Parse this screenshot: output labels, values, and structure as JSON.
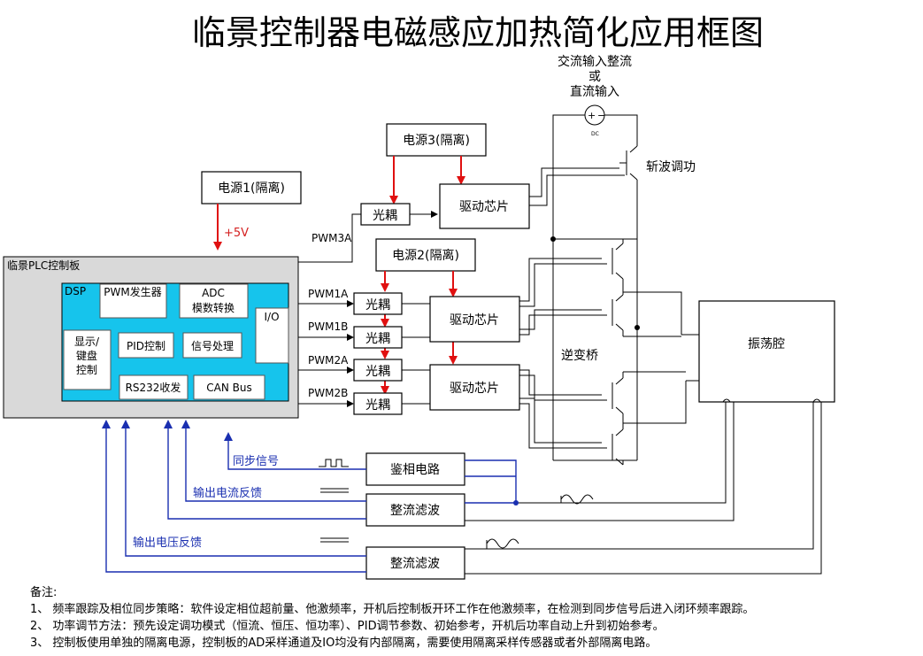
{
  "title": "临景控制器电磁感应加热简化应用框图",
  "power": {
    "source_line1": "交流输入整流",
    "source_line2": "或",
    "source_line3": "直流输入",
    "dc_label": "DC",
    "chopper": "斩波调功"
  },
  "supplies": {
    "psu1": "电源1(隔离)",
    "psu2": "电源2(隔离)",
    "psu3": "电源3(隔离)",
    "plus5v": "+5V"
  },
  "plc": {
    "board": "临景PLC控制板",
    "dsp": "DSP",
    "pwm_gen": "PWM发生器",
    "adc_line1": "ADC",
    "adc_line2": "模数转换",
    "io": "I/O",
    "display_line1": "显示/",
    "display_line2": "键盘",
    "display_line3": "控制",
    "pid": "PID控制",
    "signal": "信号处理",
    "rs232": "RS232收发",
    "can": "CAN Bus"
  },
  "signals": {
    "pwm3a": "PWM3A",
    "pwm1a": "PWM1A",
    "pwm1b": "PWM1B",
    "pwm2a": "PWM2A",
    "pwm2b": "PWM2B"
  },
  "blocks": {
    "optocoupler": "光耦",
    "driver": "驱动芯片",
    "inverter": "逆变桥",
    "resonator": "振荡腔",
    "phase_detector": "鉴相电路",
    "rectifier_filter": "整流滤波"
  },
  "feedback": {
    "sync": "同步信号",
    "current": "输出电流反馈",
    "voltage": "输出电压反馈"
  },
  "notes": {
    "heading": "备注:",
    "items": [
      "1、 频率跟踪及相位同步策略：软件设定相位超前量、他激频率，开机后控制板开环工作在他激频率，在检测到同步信号后进入闭环频率跟踪。",
      "2、 功率调节方法：预先设定调功模式（恒流、恒压、恒功率）、PID调节参数、初始参考，开机后功率自动上升到初始参考。",
      "3、 控制板使用单独的隔离电源，控制板的AD采样通道及IO均没有内部隔离，需要使用隔离采样传感器或者外部隔离电路。"
    ]
  },
  "colors": {
    "plc_fill": "#16c4ec",
    "plc_board_fill": "#d9d9d9",
    "arrow_red": "#e01010",
    "feedback_blue": "#1a2fb0"
  }
}
